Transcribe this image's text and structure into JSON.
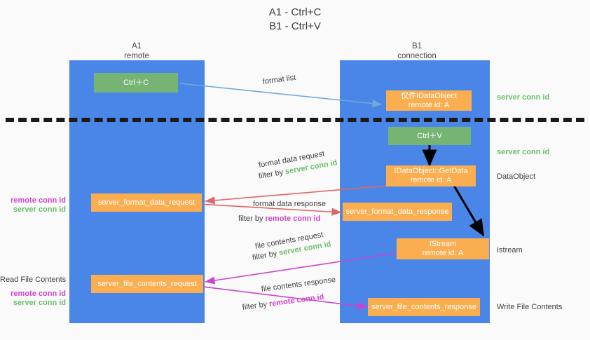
{
  "title": {
    "line1": "A1 - Ctrl+C",
    "line2": "B1 - Ctrl+V"
  },
  "columns": [
    {
      "name": "A1",
      "role": "remote"
    },
    {
      "name": "B1",
      "role": "connection"
    }
  ],
  "colors": {
    "band": "#4a86e8",
    "green_box": "#76b474",
    "orange_box": "#fbae50",
    "server_conn": "#6abf69",
    "remote_conn": "#cc44cc",
    "arrow_blue": "#6fa8dc",
    "arrow_red": "#e06666",
    "arrow_magenta": "#cc44cc",
    "arrow_black": "#000000",
    "divider": "#1a1a1a"
  },
  "boxes": {
    "ctrl_c": {
      "label": "Ctrl＋C"
    },
    "ctrl_v": {
      "label": "Ctrl＋V"
    },
    "idataobject_top": {
      "line1": "仅件IDataObject",
      "line2": "remote id: A"
    },
    "getdata": {
      "line1": "IDataObject::GetData",
      "line2": "remote id: A"
    },
    "istream": {
      "line1": "IStream",
      "line2": "remote id: A"
    },
    "fmt_req": {
      "label": "server_format_data_request"
    },
    "fmt_resp": {
      "label": "server_format_data_response"
    },
    "file_req": {
      "label": "server_file_contents_request"
    },
    "file_resp": {
      "label": "server_file_contents_response"
    }
  },
  "edges": {
    "format_list": {
      "label": "format list"
    },
    "format_data_request": {
      "line1": "format data request",
      "filter_prefix": "filter by ",
      "filter_key": "server conn id"
    },
    "format_data_response": {
      "line1": "format data response",
      "filter_prefix": "filter by ",
      "filter_key": "remote conn id"
    },
    "file_contents_request": {
      "line1": "file contents request",
      "filter_prefix": "filter by ",
      "filter_key": "server conn id"
    },
    "file_contents_response": {
      "line1": "file contents response",
      "filter_prefix": "filter by ",
      "filter_key": "remote conn id"
    }
  },
  "right_labels": {
    "server_conn_top": "server conn id",
    "server_conn_mid": "server conn id",
    "dataobject": "DataObject",
    "istream": "Istream",
    "write_file_contents": "Write File Contents"
  },
  "left_labels": {
    "remote_conn_1": "remote conn id",
    "server_conn_1": "server conn id",
    "read_file_contents": "Read File Contents",
    "remote_conn_2": "remote conn id",
    "server_conn_2": "server conn id"
  }
}
